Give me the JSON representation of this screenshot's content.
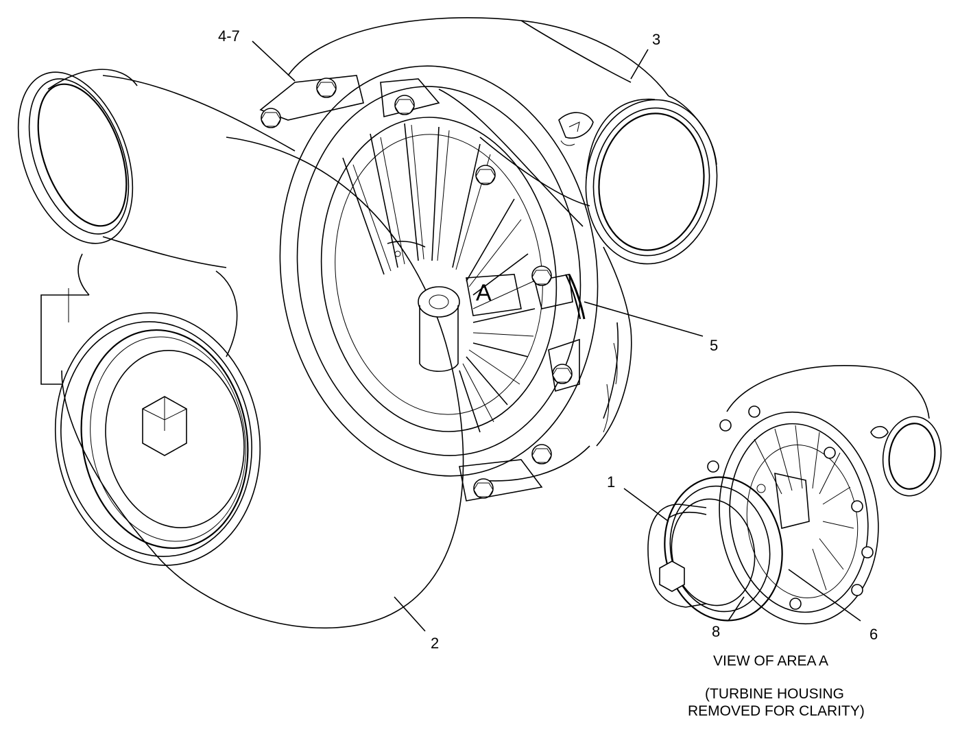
{
  "callouts": {
    "c1": "1",
    "c2": "2",
    "c3": "3",
    "c4_7": "4-7",
    "c5": "5",
    "c6": "6",
    "c8": "8",
    "area": "A"
  },
  "caption": {
    "line1": "VIEW OF AREA A",
    "line2": "(TURBINE HOUSING",
    "line3": "REMOVED FOR CLARITY)"
  }
}
